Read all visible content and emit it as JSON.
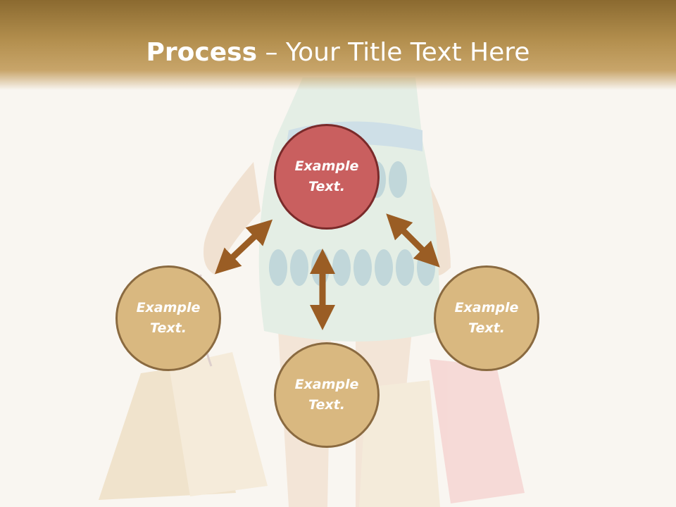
{
  "title": {
    "bold": "Process",
    "rest": " – Your Title Text Here"
  },
  "nodes": {
    "top": {
      "line1": "Example",
      "line2": "Text."
    },
    "left": {
      "line1": "Example",
      "line2": "Text."
    },
    "right": {
      "line1": "Example",
      "line2": "Text."
    },
    "bottom": {
      "line1": "Example",
      "line2": "Text."
    }
  },
  "colors": {
    "header": "#b38f4e",
    "accent_node": "#c95f5f",
    "node_fill": "#d9b880",
    "arrow": "#9a5d24"
  },
  "icons": {
    "arrow_shape": "double-headed-arrow"
  }
}
